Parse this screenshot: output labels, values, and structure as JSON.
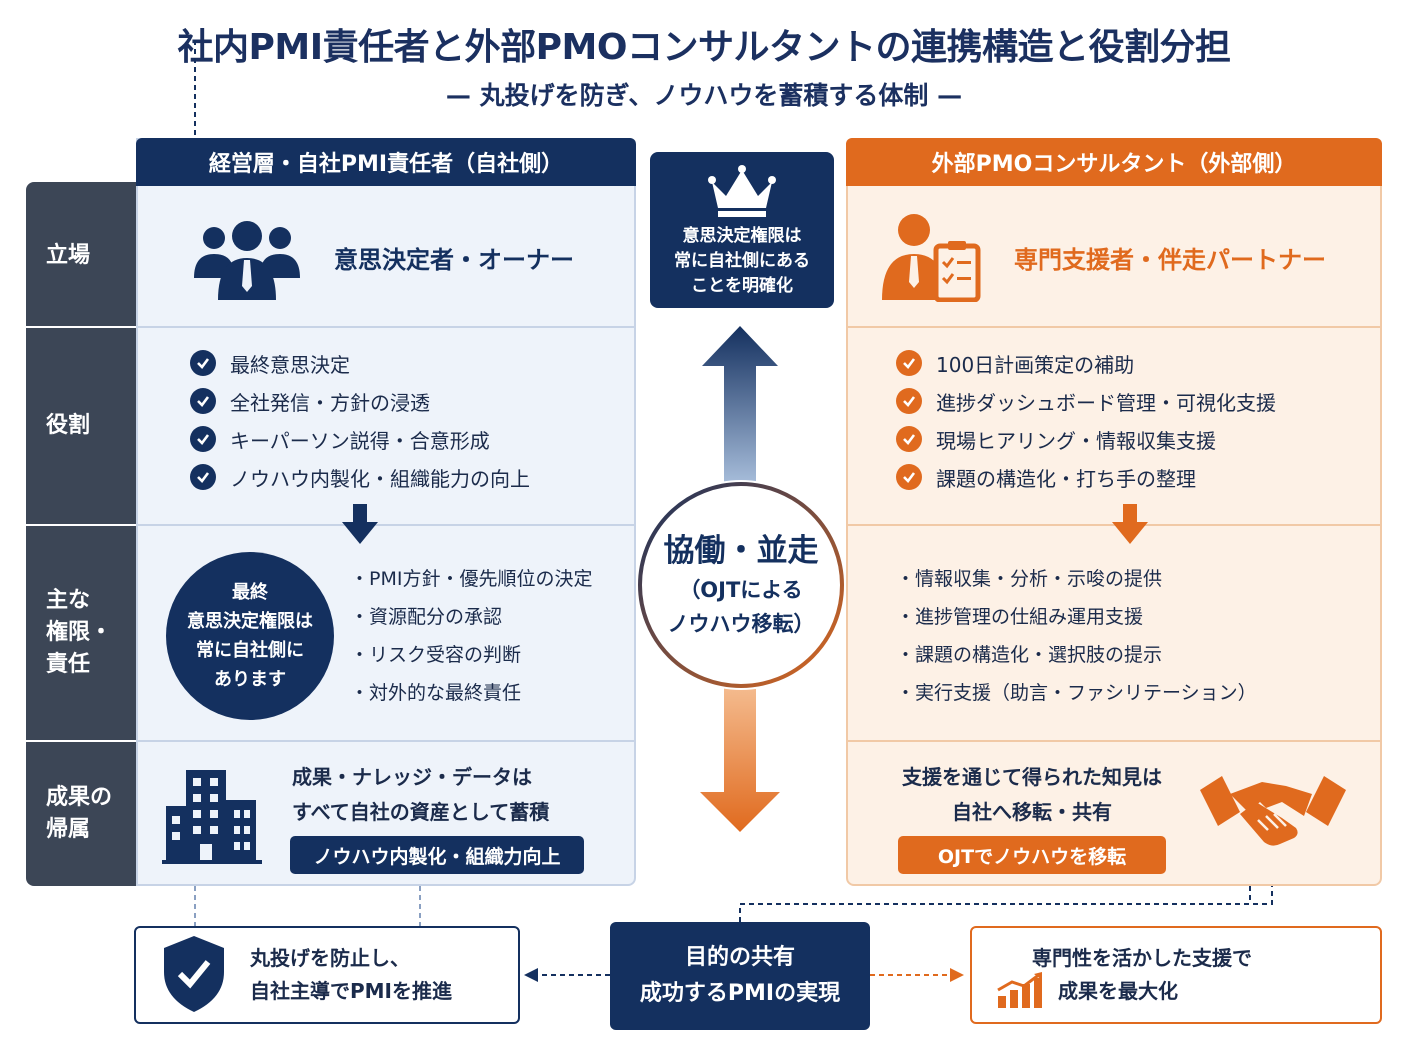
{
  "title": "社内PMI責任者と外部PMOコンサルタントの連携構造と役割分担",
  "subtitle": "— 丸投げを防ぎ、ノウハウを蓄積する体制 —",
  "row_labels": {
    "position": "立場",
    "role": "役割",
    "authority": [
      "主な",
      "権限・",
      "責任"
    ],
    "outcome": [
      "成果の",
      "帰属"
    ]
  },
  "left": {
    "header": "経営層・自社PMI責任者（自社側）",
    "position": "意思決定者・オーナー",
    "roles": [
      "最終意思決定",
      "全社発信・方針の浸透",
      "キーパーソン説得・合意形成",
      "ノウハウ内製化・組織能力の向上"
    ],
    "authority_circle": [
      "最終",
      "意思決定権限は",
      "常に自社側に",
      "あります"
    ],
    "authority_items": [
      "・PMI方針・優先順位の決定",
      "・資源配分の承認",
      "・リスク受容の判断",
      "・対外的な最終責任"
    ],
    "outcome_text": [
      "成果・ナレッジ・データは",
      "すべて自社の資産として蓄積"
    ],
    "outcome_button": "ノウハウ内製化・組織力向上"
  },
  "right": {
    "header": "外部PMOコンサルタント（外部側）",
    "position": "専門支援者・伴走パートナー",
    "roles": [
      "100日計画策定の補助",
      "進捗ダッシュボード管理・可視化支援",
      "現場ヒアリング・情報収集支援",
      "課題の構造化・打ち手の整理"
    ],
    "authority_items": [
      "・情報収集・分析・示唆の提供",
      "・進捗管理の仕組み運用支援",
      "・課題の構造化・選択肢の提示",
      "・実行支援（助言・ファシリテーション）"
    ],
    "outcome_text": [
      "支援を通じて得られた知見は",
      "自社へ移転・共有"
    ],
    "outcome_button": "OJTでノウハウを移転"
  },
  "center": {
    "box_text": [
      "意思決定権限は",
      "常に自社側にある",
      "ことを明確化"
    ],
    "collab_big": "協働・並走",
    "collab_small": [
      "（OJTによる",
      "ノウハウ移転）"
    ]
  },
  "bottom": {
    "left": [
      "丸投げを防止し、",
      "自社主導でPMIを推進"
    ],
    "center": [
      "目的の共有",
      "成功するPMIの実現"
    ],
    "right": [
      "専門性を活かした支援で",
      "成果を最大化"
    ]
  },
  "colors": {
    "navy": "#14305f",
    "orange": "#e06a1e",
    "label_gray": "#3c4656"
  },
  "icons": [
    "group-people-icon",
    "consultant-clipboard-icon",
    "crown-icon",
    "building-icon",
    "handshake-icon",
    "shield-check-icon",
    "growth-chart-icon",
    "check-circle-icon",
    "down-arrow-icon"
  ]
}
